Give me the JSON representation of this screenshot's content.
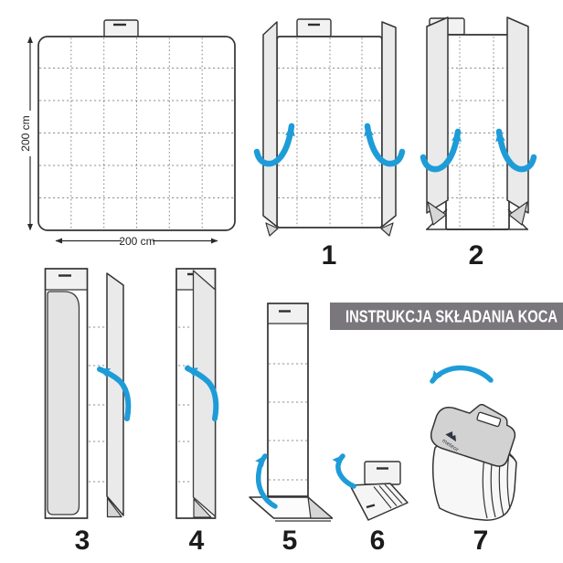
{
  "title": "INSTRUKCJA SKŁADANIA KOCA",
  "blanket": {
    "height_label": "200 cm",
    "width_label": "200 cm"
  },
  "steps": [
    {
      "label": "1"
    },
    {
      "label": "2"
    },
    {
      "label": "3"
    },
    {
      "label": "4"
    },
    {
      "label": "5"
    },
    {
      "label": "6"
    },
    {
      "label": "7"
    }
  ],
  "logo_text": "meteor",
  "colors": {
    "arrow": "#1e9cd8",
    "banner_bg": "#7a777c",
    "banner_text": "#ffffff",
    "outline": "#333333",
    "flap_gray": "#eaeaea",
    "page_bg": "#ffffff"
  }
}
